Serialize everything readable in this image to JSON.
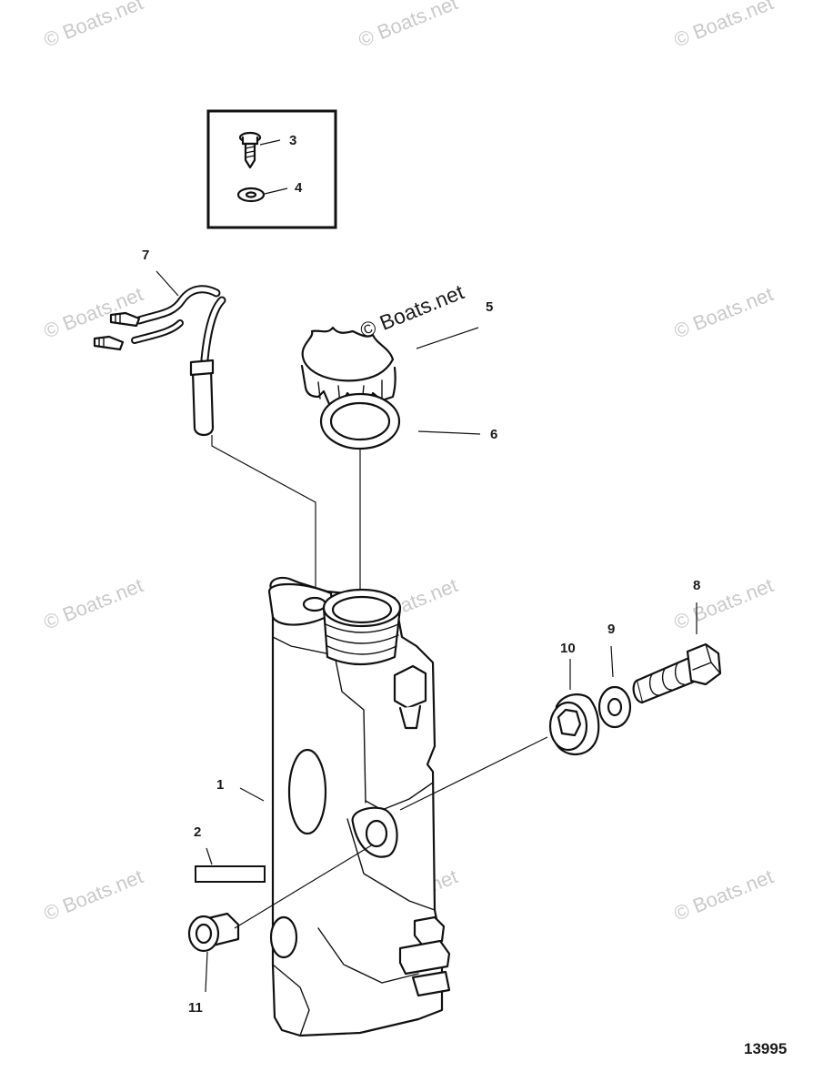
{
  "watermark": "© Boats.net",
  "drawing_id": "13995",
  "callouts": [
    {
      "id": "c1",
      "label": "1"
    },
    {
      "id": "c2",
      "label": "2"
    },
    {
      "id": "c3",
      "label": "3"
    },
    {
      "id": "c4",
      "label": "4"
    },
    {
      "id": "c5",
      "label": "5"
    },
    {
      "id": "c6",
      "label": "6"
    },
    {
      "id": "c7",
      "label": "7"
    },
    {
      "id": "c8",
      "label": "8"
    },
    {
      "id": "c9",
      "label": "9"
    },
    {
      "id": "c10",
      "label": "10"
    },
    {
      "id": "c11",
      "label": "11"
    }
  ]
}
